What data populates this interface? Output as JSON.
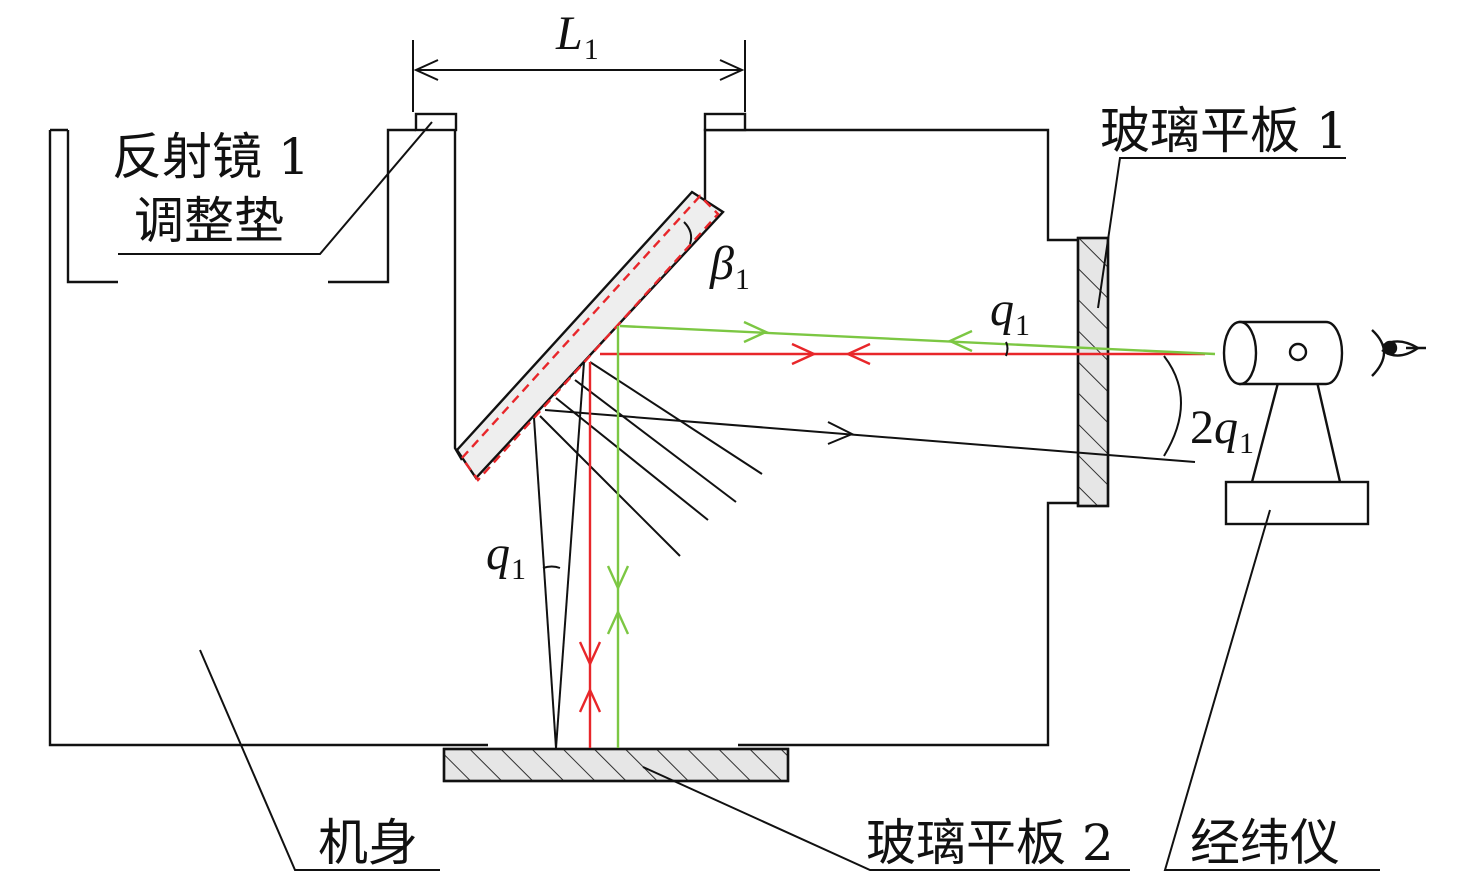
{
  "labels": {
    "dimension_l1": {
      "letter": "L",
      "sub": "1"
    },
    "mirror_pad": [
      "反射镜 1",
      "调整垫"
    ],
    "glass_plate_1": "玻璃平板 1",
    "glass_plate_2": "玻璃平板 2",
    "beta_angle": {
      "letter": "β",
      "sub": "1"
    },
    "q_angle_right": {
      "letter": "q",
      "sub": "1"
    },
    "q_angle_bottom": {
      "letter": "q",
      "sub": "1"
    },
    "two_q_angle": {
      "prefix": "2",
      "letter": "q",
      "sub": "1"
    },
    "body": "机身",
    "theodolite": "经纬仪"
  },
  "colors": {
    "line": "#111111",
    "ray_red": "#e8262a",
    "ray_green": "#7cc743",
    "mirror_outline_dashed": "#e8262a",
    "glass_fill": "#e6e6e6"
  },
  "icons": {
    "eye": "eye-icon"
  }
}
